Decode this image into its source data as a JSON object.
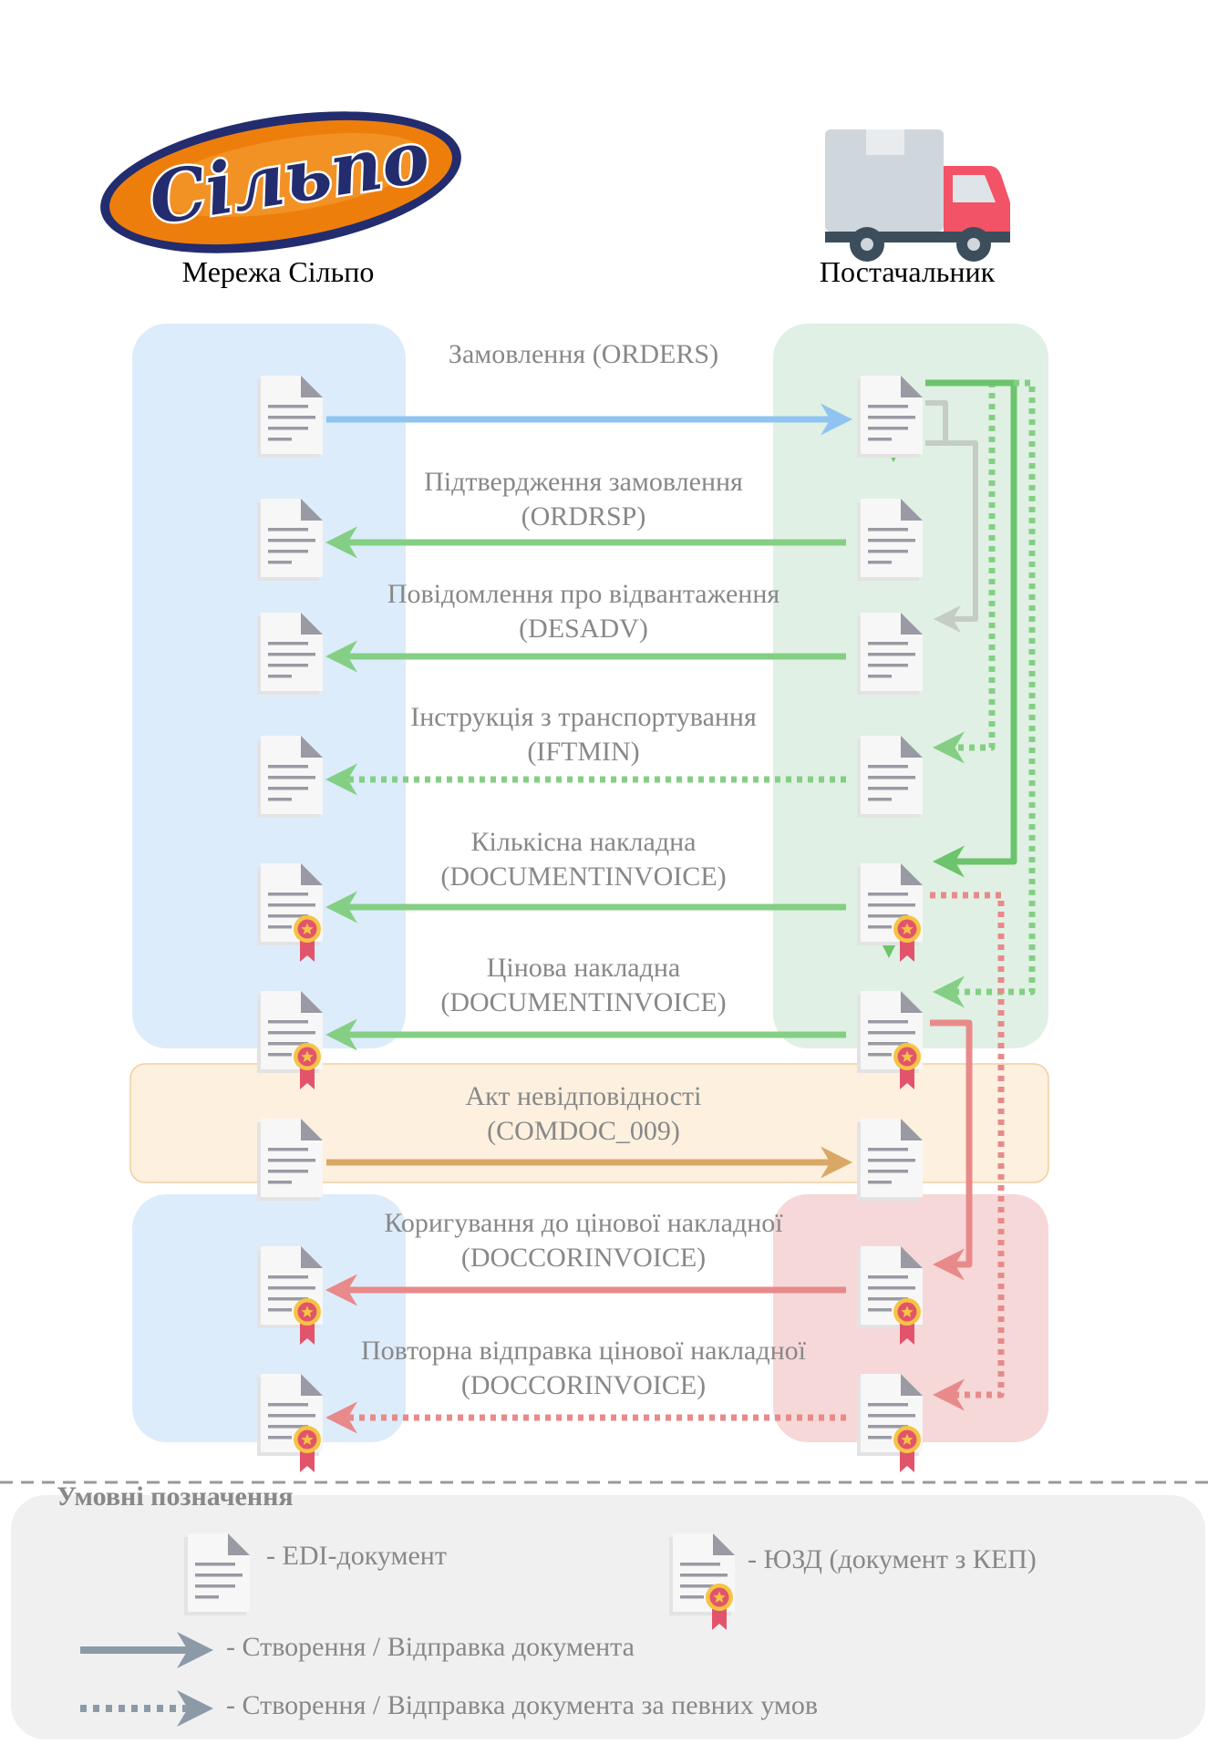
{
  "parties": {
    "buyer": {
      "logo_text": "Сільпо",
      "name": "Мережа Сільпо"
    },
    "supplier": {
      "name": "Постачальник"
    }
  },
  "messages": [
    {
      "id": "orders",
      "title": "Замовлення (ORDERS)",
      "code": "",
      "direction": "to-supplier",
      "style": "solid",
      "color": "#90c4f0",
      "buyer_doc": "edi",
      "supplier_doc": "edi"
    },
    {
      "id": "ordrsp",
      "title": "Підтвердження замовлення",
      "code": "(ORDRSP)",
      "direction": "to-buyer",
      "style": "solid",
      "color": "#84cf84",
      "buyer_doc": "edi",
      "supplier_doc": "edi"
    },
    {
      "id": "desadv",
      "title": "Повідомлення про відвантаження",
      "code": "(DESADV)",
      "direction": "to-buyer",
      "style": "solid",
      "color": "#84cf84",
      "buyer_doc": "edi",
      "supplier_doc": "edi"
    },
    {
      "id": "iftmin",
      "title": "Інструкція з транспортування",
      "code": "(IFTMIN)",
      "direction": "to-buyer",
      "style": "dotted",
      "color": "#84cf84",
      "buyer_doc": "edi",
      "supplier_doc": "edi"
    },
    {
      "id": "qty-invoice",
      "title": "Кількісна накладна",
      "code": "(DOCUMENTINVOICE)",
      "direction": "to-buyer",
      "style": "solid",
      "color": "#84cf84",
      "buyer_doc": "signed",
      "supplier_doc": "signed"
    },
    {
      "id": "price-invoice",
      "title": "Цінова накладна",
      "code": "(DOCUMENTINVOICE)",
      "direction": "to-buyer",
      "style": "solid",
      "color": "#84cf84",
      "buyer_doc": "signed",
      "supplier_doc": "signed"
    },
    {
      "id": "comdoc",
      "title": "Акт невідповідності",
      "code": "(COMDOC_009)",
      "direction": "to-supplier",
      "style": "solid",
      "color": "#d9a866",
      "buyer_doc": "edi",
      "supplier_doc": "edi"
    },
    {
      "id": "doccor",
      "title": "Коригування до цінової накладної",
      "code": "(DOCCORINVOICE)",
      "direction": "to-buyer",
      "style": "solid",
      "color": "#e88a8a",
      "buyer_doc": "signed",
      "supplier_doc": "signed"
    },
    {
      "id": "doccor-resend",
      "title": "Повторна відправка цінової накладної",
      "code": "(DOCCORINVOICE)",
      "direction": "to-buyer",
      "style": "dotted",
      "color": "#e88a8a",
      "buyer_doc": "signed",
      "supplier_doc": "signed"
    }
  ],
  "legend": {
    "title": "Умовні позначення",
    "edi_doc": "-  EDI-документ",
    "signed_doc": "-  ЮЗД (документ з КЕП)",
    "send": "-  Створення / Відправка документа",
    "send_conditional": "-  Створення / Відправка документа за певних умов"
  },
  "colors": {
    "blue_zone": "#dcecfb",
    "green_zone": "#e0f0e4",
    "orange_zone": "#fdf0de",
    "red_zone": "#f6d8d8",
    "legend_bg": "#f0f0f0",
    "logo_orange": "#ee7e0c",
    "logo_navy": "#232c6e",
    "truck_red": "#f25366",
    "truck_body": "#cfd6dc"
  }
}
